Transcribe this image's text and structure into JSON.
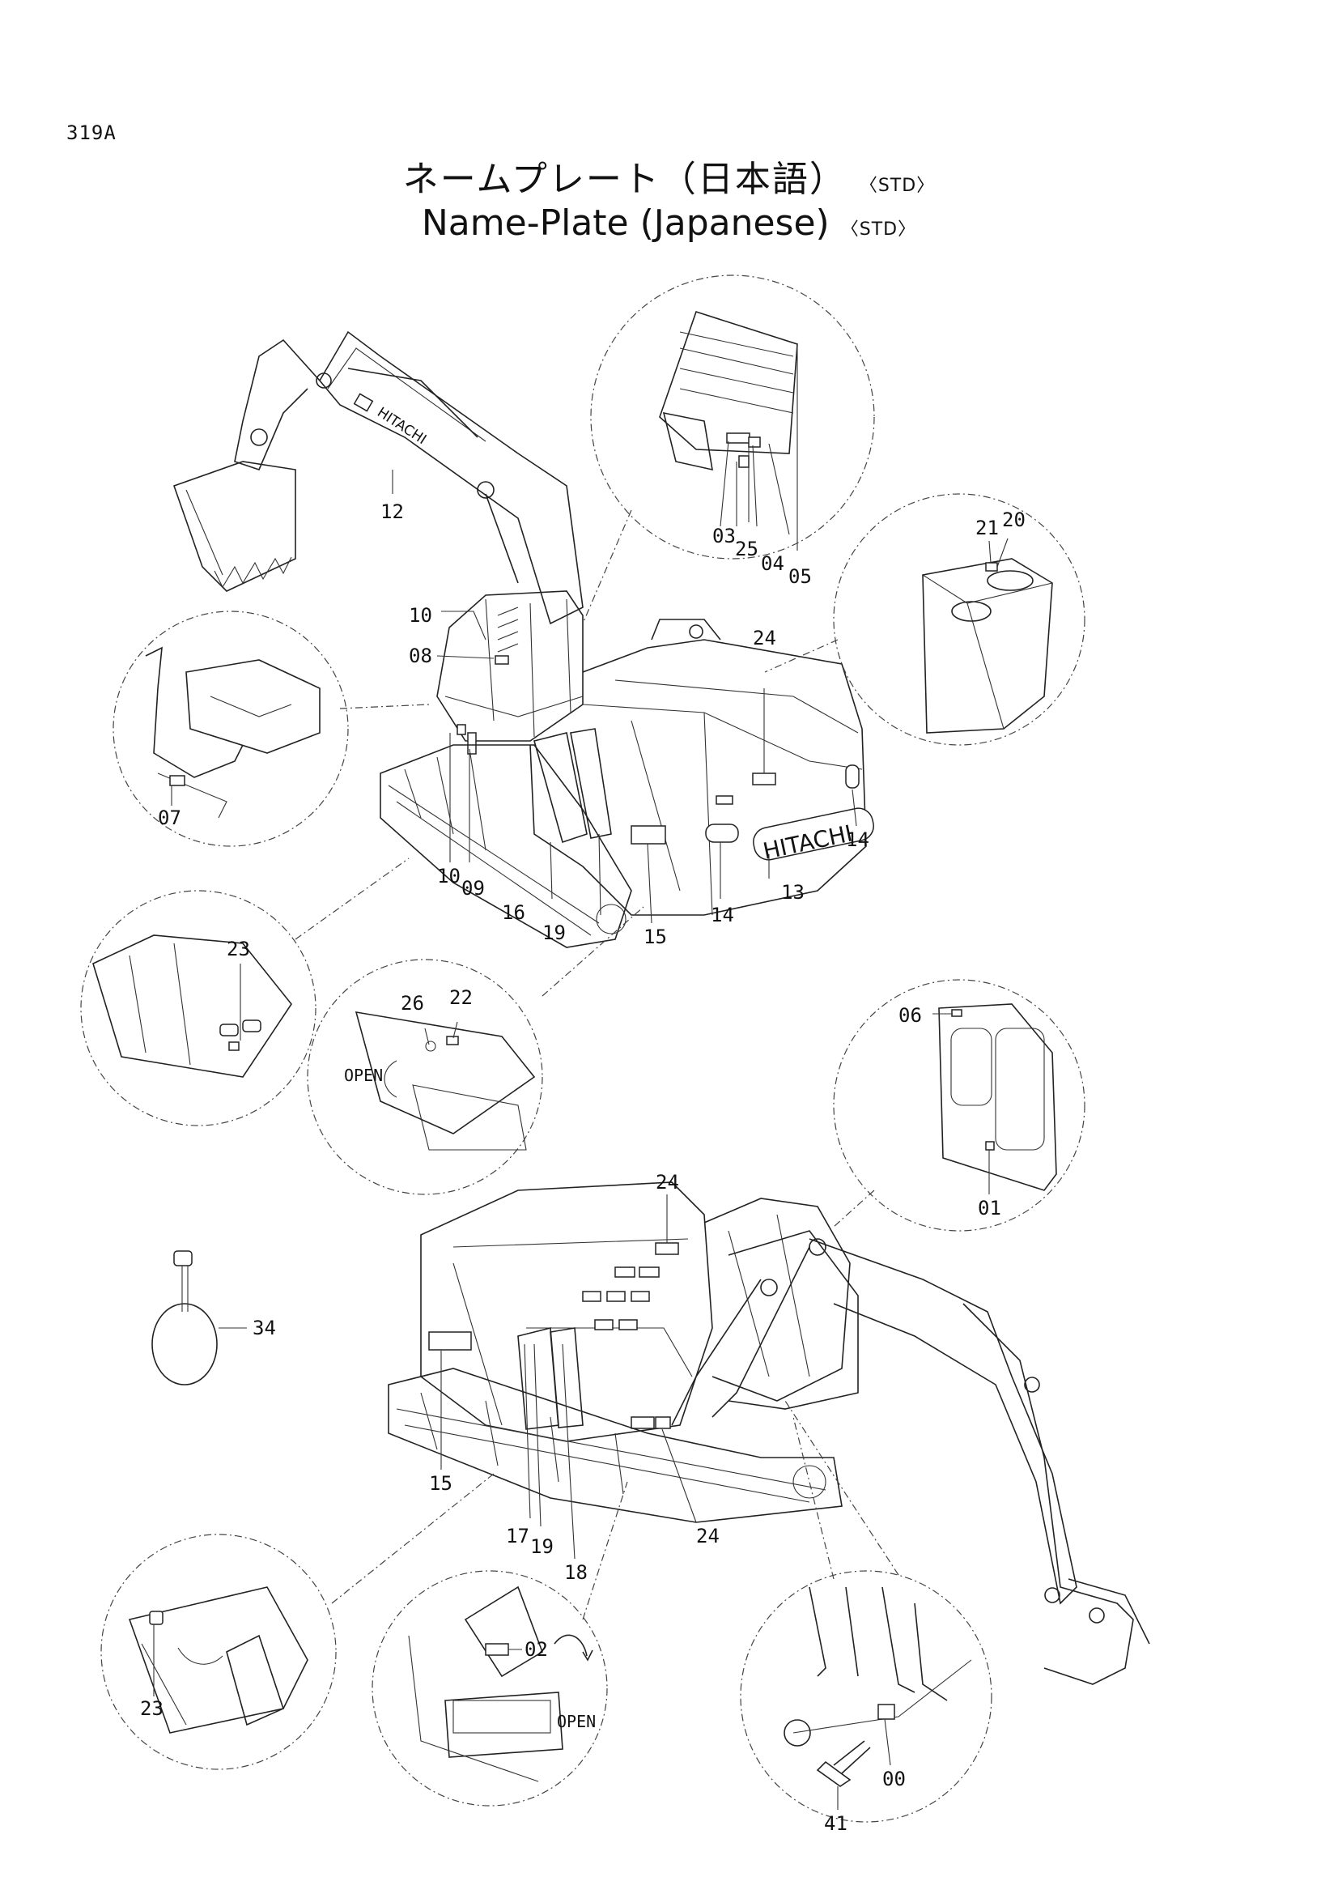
{
  "page": {
    "number": "319A"
  },
  "title": {
    "japanese": "ネームプレート（日本語）",
    "english": "Name-Plate (Japanese)",
    "std_tag": "〈STD〉"
  },
  "brand": {
    "logo_text": "HITACHI"
  },
  "annotations": {
    "open_text": "OPEN"
  },
  "callouts": {
    "c00": "00",
    "c01": "01",
    "c02": "02",
    "c03": "03",
    "c04": "04",
    "c05": "05",
    "c06": "06",
    "c07": "07",
    "c08": "08",
    "c09": "09",
    "c10": "10",
    "c12": "12",
    "c13": "13",
    "c14": "14",
    "c15": "15",
    "c16": "16",
    "c17": "17",
    "c18": "18",
    "c19": "19",
    "c20": "20",
    "c21": "21",
    "c22": "22",
    "c23": "23",
    "c24": "24",
    "c25": "25",
    "c26": "26",
    "c34": "34",
    "c41": "41"
  }
}
